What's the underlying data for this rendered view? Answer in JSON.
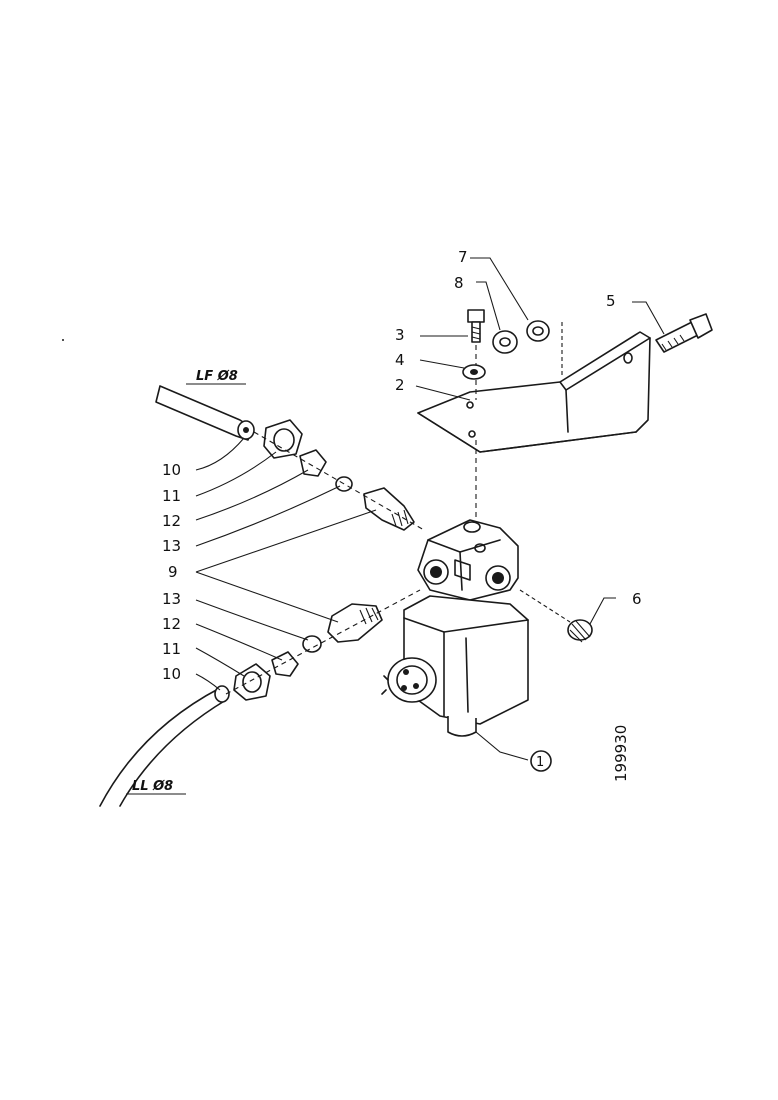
{
  "pipe_labels": {
    "upper": "LF Ø8",
    "lower": "LL Ø8"
  },
  "callouts": {
    "c7": "7",
    "c8": "8",
    "c5": "5",
    "c3": "3",
    "c4": "4",
    "c2": "2",
    "c10a": "10",
    "c11a": "11",
    "c12a": "12",
    "c13a": "13",
    "c9": "9",
    "c13b": "13",
    "c12b": "12",
    "c11b": "11",
    "c10b": "10",
    "c6": "6",
    "c1": "1"
  },
  "drawing_ref": "199930"
}
